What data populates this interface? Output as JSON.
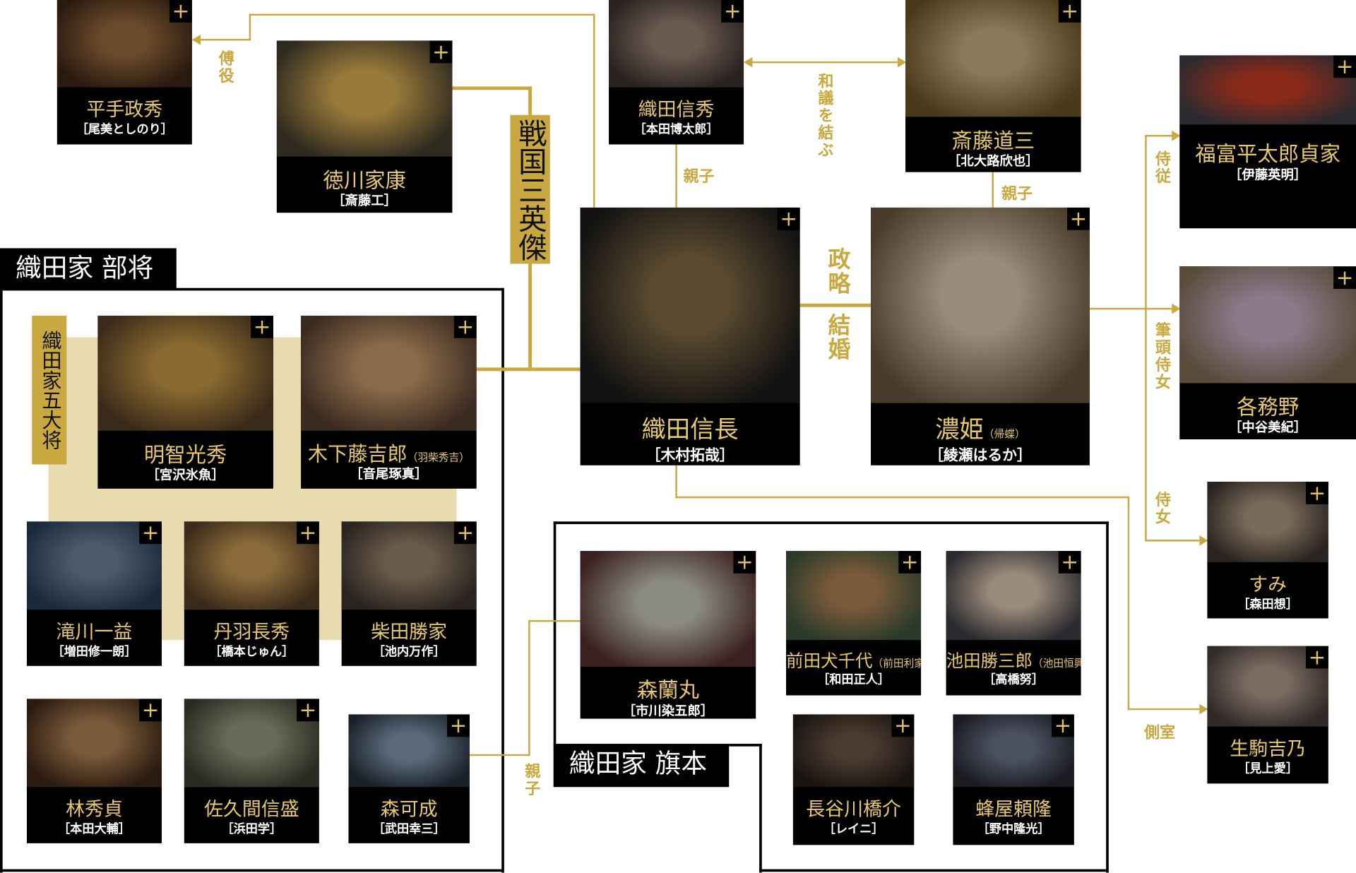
{
  "colors": {
    "gold": "#c9a93f",
    "name_gold": "#e8c96a",
    "tan": "#e8dbb0",
    "black": "#000000"
  },
  "groups": {
    "bushou": "織田家 部将",
    "hatamoto": "織田家 旗本",
    "goDaishou": "織田家五大将",
    "sangoku": "戦国三英傑"
  },
  "relations": {
    "fuyaku": "傅役",
    "wagi": "和議を結ぶ",
    "oyako1": "親子",
    "oyako2": "親子",
    "oyako3": "親子",
    "seiryaku": "政略",
    "kekkon": "結婚",
    "jijuu": "侍従",
    "hittou": "筆頭侍女",
    "jijo": "侍女",
    "sokushitsu": "側室"
  },
  "plus_icon": "+",
  "cards": [
    {
      "name": "平手政秀",
      "actor": "［尾美としのり］"
    },
    {
      "name": "徳川家康",
      "actor": "［斎藤工］"
    },
    {
      "name": "織田信秀",
      "actor": "［本田博太郎］"
    },
    {
      "name": "斎藤道三",
      "actor": "［北大路欣也］"
    },
    {
      "name": "福富平太郎貞家",
      "actor": "［伊藤英明］"
    },
    {
      "name": "織田信長",
      "actor": "［木村拓哉］"
    },
    {
      "name": "濃姫",
      "sub": "（帰蝶）",
      "actor": "［綾瀬はるか］"
    },
    {
      "name": "各務野",
      "actor": "［中谷美紀］"
    },
    {
      "name": "すみ",
      "actor": "［森田想］"
    },
    {
      "name": "生駒吉乃",
      "actor": "［見上愛］"
    },
    {
      "name": "明智光秀",
      "actor": "［宮沢氷魚］"
    },
    {
      "name": "木下藤吉郎",
      "sub": "（羽柴秀吉）",
      "actor": "［音尾琢真］"
    },
    {
      "name": "滝川一益",
      "actor": "［増田修一朗］"
    },
    {
      "name": "丹羽長秀",
      "actor": "［橋本じゅん］"
    },
    {
      "name": "柴田勝家",
      "actor": "［池内万作］"
    },
    {
      "name": "林秀貞",
      "actor": "［本田大輔］"
    },
    {
      "name": "佐久間信盛",
      "actor": "［浜田学］"
    },
    {
      "name": "森可成",
      "actor": "［武田幸三］"
    },
    {
      "name": "森蘭丸",
      "actor": "［市川染五郎］"
    },
    {
      "name": "前田犬千代",
      "sub": "（前田利家）",
      "actor": "［和田正人］"
    },
    {
      "name": "池田勝三郎",
      "sub": "（池田恒興）",
      "actor": "［高橋努］"
    },
    {
      "name": "長谷川橋介",
      "actor": "［レイニ］"
    },
    {
      "name": "蜂屋頼隆",
      "actor": "［野中隆光］"
    }
  ]
}
